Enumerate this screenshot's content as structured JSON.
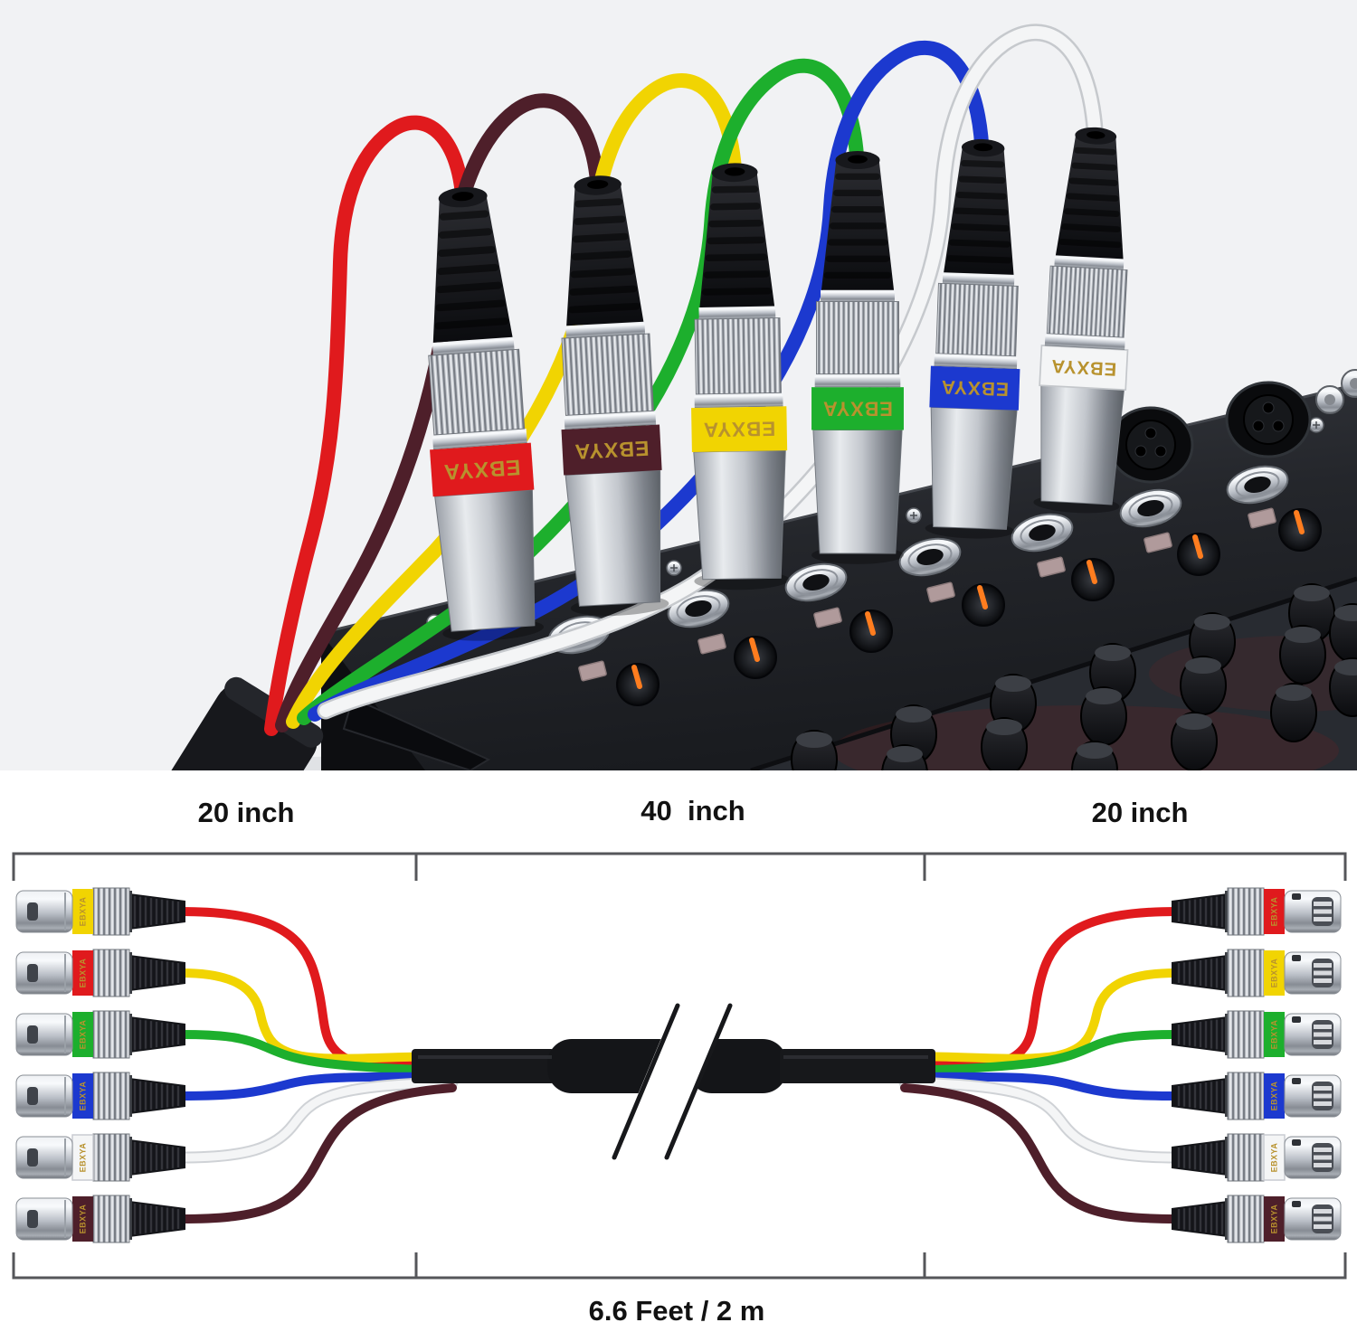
{
  "brand": "EBXYA",
  "colors": {
    "red": "#e01a1d",
    "dark_red": "#4e1f2a",
    "yellow": "#f1d402",
    "green": "#1daf2d",
    "blue": "#1c39cf",
    "white": "#f4f5f6",
    "black": "#141518",
    "silver": "#c9ccd2",
    "gold_text": "#b8922e",
    "photo_background": "#f1f2f4",
    "accent_orange": "#ff7d1f",
    "line": "#55565a",
    "label_text": "#121212"
  },
  "photo": {
    "connectors": [
      {
        "band": "red",
        "cable": "red"
      },
      {
        "band": "dark_red",
        "cable": "dark_red"
      },
      {
        "band": "yellow",
        "cable": "yellow"
      },
      {
        "band": "green",
        "cable": "green"
      },
      {
        "band": "blue",
        "cable": "blue"
      },
      {
        "band": "white",
        "cable": "white"
      }
    ]
  },
  "diagram": {
    "left_connectors": [
      {
        "band": "yellow",
        "wire": "red"
      },
      {
        "band": "red",
        "wire": "yellow"
      },
      {
        "band": "green",
        "wire": "green"
      },
      {
        "band": "blue",
        "wire": "blue"
      },
      {
        "band": "white",
        "wire": "white"
      },
      {
        "band": "dark_red",
        "wire": "dark_red"
      }
    ],
    "right_connectors": [
      {
        "band": "red",
        "wire": "red"
      },
      {
        "band": "yellow",
        "wire": "yellow"
      },
      {
        "band": "green",
        "wire": "green"
      },
      {
        "band": "blue",
        "wire": "blue"
      },
      {
        "band": "white",
        "wire": "white"
      },
      {
        "band": "dark_red",
        "wire": "dark_red"
      }
    ],
    "labels": {
      "section_left": "20 inch",
      "section_middle": "40  inch",
      "section_right": "20 inch",
      "total": "6.6 Feet / 2 m"
    }
  }
}
